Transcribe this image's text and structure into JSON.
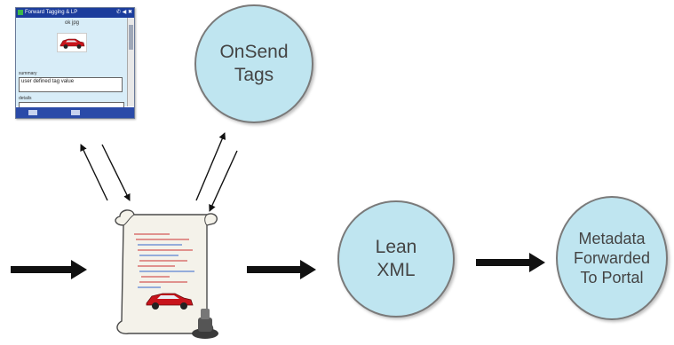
{
  "nodes": {
    "onsend": {
      "line1": "OnSend",
      "line2": "Tags"
    },
    "lean": {
      "line1": "Lean",
      "line2": "XML"
    },
    "metadata": {
      "line1": "Metadata",
      "line2": "Forwarded",
      "line3": "To Portal"
    }
  },
  "device": {
    "title": "Forward Tagging & LP",
    "status_icons": "✆ ◀ ✖",
    "small_text": "ok jpg",
    "summary_label": "summary",
    "summary_value": "user defined tag value",
    "second_label": "details"
  },
  "colors": {
    "circle_fill": "#bfe5f0",
    "circle_stroke": "#7a7a7a",
    "arrow": "#111111",
    "device_title_bar": "#1c3d9c"
  }
}
